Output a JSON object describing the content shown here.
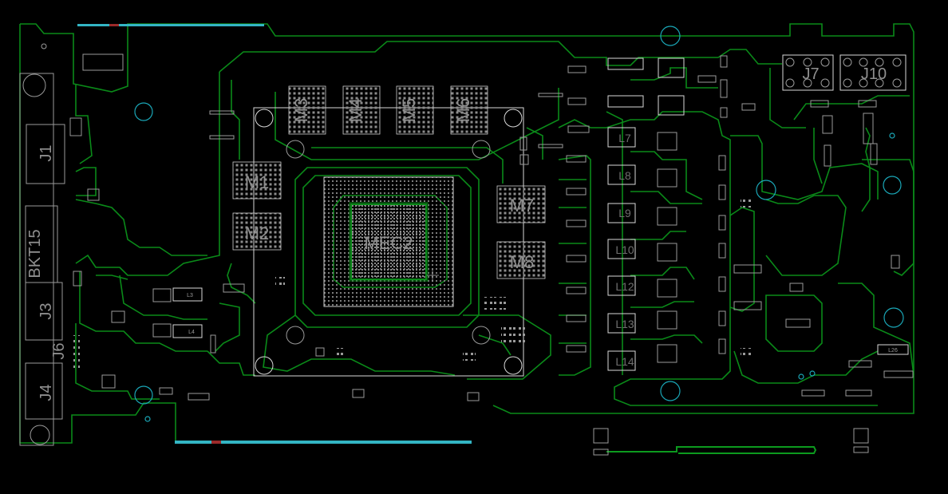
{
  "view": "pcb-layout",
  "colors": {
    "background": "#000000",
    "trace": "#0a8a19",
    "outline": "#d8d8d8",
    "silk_label": "#8f8f8f",
    "mount_hole": "#1aa7b7",
    "edge_connector": "#33b5c4"
  },
  "gpu": {
    "label": "MEC2"
  },
  "memory_chips": [
    {
      "id": "m1",
      "label": "M1"
    },
    {
      "id": "m2",
      "label": "M2"
    },
    {
      "id": "m3",
      "label": "M3"
    },
    {
      "id": "m4",
      "label": "M4"
    },
    {
      "id": "m5",
      "label": "M5"
    },
    {
      "id": "m6",
      "label": "M6"
    },
    {
      "id": "m7",
      "label": "M7"
    },
    {
      "id": "m8",
      "label": "M8"
    }
  ],
  "connectors": [
    {
      "id": "j1",
      "label": "J1"
    },
    {
      "id": "bkt15",
      "label": "BKT15"
    },
    {
      "id": "j3",
      "label": "J3"
    },
    {
      "id": "j6",
      "label": "J6"
    },
    {
      "id": "j4",
      "label": "J4"
    },
    {
      "id": "j7",
      "label": "J7"
    },
    {
      "id": "j10",
      "label": "J10"
    }
  ],
  "inductors": [
    {
      "id": "l7",
      "label": "L7"
    },
    {
      "id": "l8",
      "label": "L8"
    },
    {
      "id": "l9",
      "label": "L9"
    },
    {
      "id": "l10",
      "label": "L10"
    },
    {
      "id": "l12",
      "label": "L12"
    },
    {
      "id": "l13",
      "label": "L13"
    },
    {
      "id": "l14",
      "label": "L14"
    },
    {
      "id": "l3",
      "label": "L3"
    },
    {
      "id": "l4",
      "label": "L4"
    },
    {
      "id": "l26",
      "label": "L26"
    }
  ]
}
